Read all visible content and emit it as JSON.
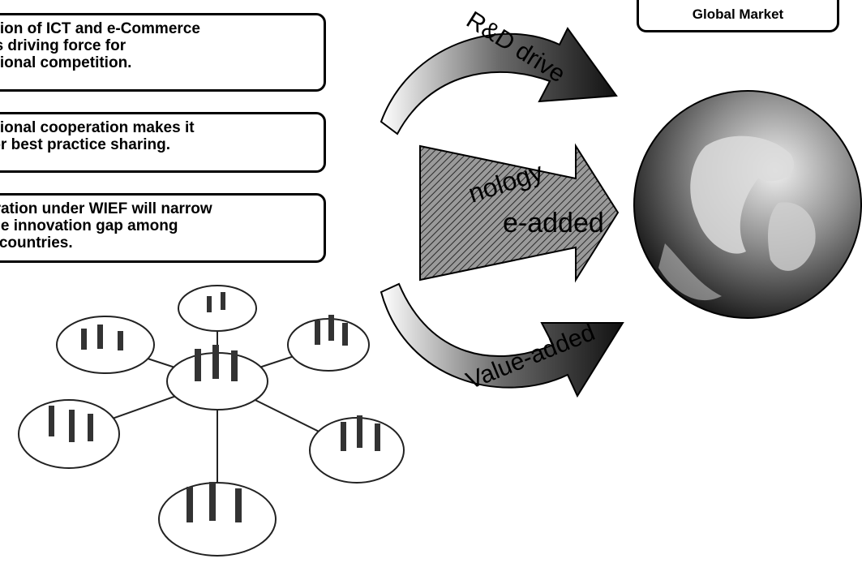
{
  "callouts": [
    {
      "lines": [
        "ation of ICT and e-Commerce",
        "es driving force for",
        "ational competition."
      ]
    },
    {
      "lines": [
        "ational cooperation makes it",
        " for best practice sharing."
      ]
    },
    {
      "lines": [
        "eration under WIEF will narrow",
        " the innovation gap among",
        "c countries."
      ]
    }
  ],
  "global_market": "Global Market",
  "arrows": {
    "top": "R&D drive",
    "middle_line1": "nology",
    "middle_line2": "e-added",
    "bottom": "Value-added"
  }
}
